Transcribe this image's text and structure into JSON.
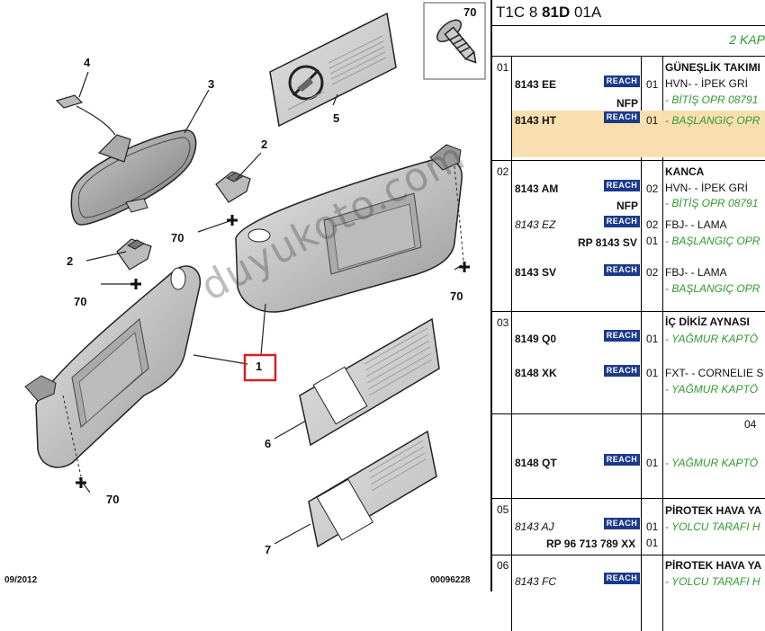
{
  "callouts": [
    "4",
    "3",
    "2",
    "2",
    "70",
    "70",
    "70",
    "70",
    "70",
    "1",
    "5",
    "6",
    "7"
  ],
  "footer": {
    "date": "09/2012",
    "code": "00096228"
  },
  "watermark": "duyukoto.com",
  "header_code": {
    "pre": "T1C 8 ",
    "bold": "81D",
    "post": " 01A"
  },
  "subtitle": "2 KAP",
  "rows": [
    {
      "group": "01",
      "title": "GÜNEŞLİK TAKIMI",
      "items": [
        {
          "pn": "8143 EE",
          "reach": "REACH",
          "q": "01",
          "desc": "HVN- - İPEK GRİ",
          "note": "NFP",
          "green": "- BİTİŞ OPR 08791"
        },
        {
          "pn": "8143 HT",
          "reach": "REACH",
          "q": "01",
          "green": "- BAŞLANGIÇ OPR"
        }
      ]
    },
    {
      "group": "02",
      "title": "KANCA",
      "items": [
        {
          "pn": "8143 AM",
          "reach": "REACH",
          "q": "02",
          "desc": "HVN- - İPEK GRİ",
          "note": "NFP",
          "green": "- BİTİŞ OPR 08791"
        },
        {
          "pn": "8143 EZ",
          "reach": "REACH",
          "q": "02",
          "desc": "FBJ- - LAMA",
          "q2": "01",
          "note": "RP 8143 SV",
          "green": "- BAŞLANGIÇ OPR"
        },
        {
          "pn": "8143 SV",
          "reach": "REACH",
          "q": "02",
          "desc": "FBJ- - LAMA",
          "green": "- BAŞLANGIÇ OPR"
        }
      ]
    },
    {
      "group": "03",
      "title": "İÇ DİKİZ AYNASI",
      "items": [
        {
          "pn": "8149 Q0",
          "reach": "REACH",
          "q": "01",
          "green": "- YAĞMUR KAPTÖ"
        },
        {
          "pn": "8148 XK",
          "reach": "REACH",
          "q": "01",
          "desc": "FXT- - CORNELIE S",
          "green": "- YAĞMUR KAPTÖ"
        }
      ]
    },
    {
      "group": "04",
      "items": [
        {
          "pn": "8148 QT",
          "reach": "REACH",
          "q": "01",
          "green": "- YAĞMUR KAPTÖ"
        }
      ]
    },
    {
      "group": "05",
      "title": "PİROTEK HAVA YA",
      "items": [
        {
          "pn": "8143 AJ",
          "reach": "REACH",
          "q": "01",
          "q2": "01",
          "note": "RP 96 713 789 XX",
          "green": "- YOLCU TARAFI H"
        }
      ]
    },
    {
      "group": "06",
      "title": "PİROTEK HAVA YA",
      "items": [
        {
          "pn": "8143 FC",
          "reach": "REACH",
          "green": "- YOLCU TARAFI H"
        }
      ]
    }
  ],
  "colors": {
    "reach_bg": "#1b3a8c",
    "green": "#2e9a2e",
    "highlight": "#f9dfb0",
    "callout_red": "#d42020",
    "part_gray": "#c9c9c9"
  },
  "icons": [
    "screw-icon",
    "sun-visor-left",
    "sun-visor-right",
    "rear-view-mirror",
    "visor-clip",
    "label-card"
  ]
}
